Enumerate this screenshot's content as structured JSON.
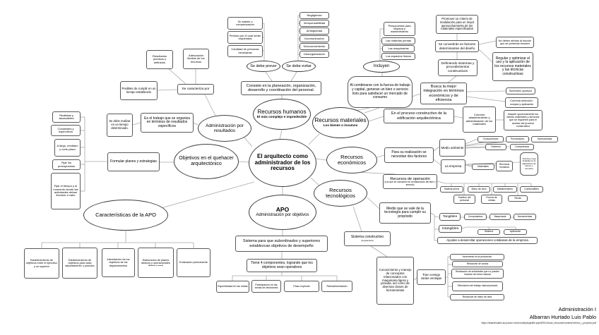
{
  "style": {
    "line_color": "#a9a9a9",
    "box_border": "#595959",
    "ellipse_border": "#3f3f3f",
    "background": "#ffffff"
  },
  "footer": {
    "course": "Administración I",
    "author": "Albarran Hurtado Luis Pablo",
    "url": "https://aulavirtuales.arq.unam.mx/moodle/pluginfile.php/52513/mod_resource/content/1/tema_i_proyecto.pdf"
  },
  "nodes": {
    "main": "El arquitecto como administrador de los recursos",
    "recursos_humanos": "Recursos humanos",
    "recursos_humanos_sub": "El más complejo e impredecible",
    "recursos_materiales": "Recursos materiales",
    "recursos_materiales_sub": "Los bienes o insumos",
    "recursos_economicos": "Recursos económicos",
    "recursos_tecnologicos": "Recursos tecnológicos",
    "apo": "APO",
    "apo_sub": "Administración por objetivos",
    "admin_resultados": "Administración por resultados",
    "objetivos_quehacer": "Objetivos en el quehacer arquitectónico",
    "caracteristicas_apo": "Características de la APO",
    "se_caracteriza": "Se caracteriza por",
    "resultados_precisos": "Resultados precisos y definidos",
    "adecuacion_flexible": "Adecuación flexible de los recursos",
    "posibles_cumplir": "Posibles de cumplir en un tiempo establecido",
    "salario": "Su salario o compensación",
    "periodo": "Periodo por el cual serán requeridas",
    "cantidad": "Cantidad de personas necesarias",
    "se_debe_prever": "Se debe prever",
    "se_debe_evitar": "Se debe evitar",
    "negligencia": "Negligencia",
    "irresponsabilidad": "Irresponsabilidad",
    "ambiguedad": "Ambigüedad",
    "incomunicacion": "Incomunicación",
    "desconocimiento": "Desconocimiento",
    "desorganizacion": "Desorganización",
    "consiste": "Consiste en la planeación, organización, desarrollo y coordinación del personal.",
    "presupuestos_limpieza": "Presupuestos para limpieza y mantenimiento",
    "materias_primas": "Las materias primas",
    "maquinarias": "Las maquinarias",
    "espacios_fisicos": "Los espacios físicos",
    "incluyen": "Incluyen",
    "al_combinarse": "Al combinarse con la fuerza de trabajo y capital, generan un bien o servicio listo para satisfacer un mercado de consumo",
    "promover": "Promover un criterio de modulación para un mejor aprovechamiento de los materiales especificados",
    "se_convertiran": "Se convertirán en factores determinantes del diseño",
    "definiendo": "Definiendo sistemas y procedimientos constructivos",
    "busca": "Busca la mejor integración en términos económicos y de eficiencia",
    "no_deben": "No deben afectar la función que se pretenda resolver",
    "regular": "Regular y optimizar el uso y la aplicación de los recursos materiales y las técnicas constructivas",
    "suministro": "Suministro oportuno",
    "correcta_seleccion": "Correcta selección, compra y aplicación",
    "adquirir": "Adquirir oportunamente los bienes materiales y servicios que se requieren para el avance del proceso constructivo",
    "en_el_proceso": "En el proceso constructivo de la edificación arquitectónica",
    "correcto_abastecimiento": "Correcto abastecimiento y administración de los materiales",
    "para_su_realizacion": "Para su realización se necesitan dos factores",
    "medio_ambiente": "Medio ambiente",
    "la_empresa": "La empresa",
    "consumidores": "Consumidores",
    "proveedores": "Proveedores",
    "inversionistas": "Inversionistas",
    "gobierno": "Gobierno",
    "competencia": "Competencia",
    "materiales_box": "Materiales",
    "recursos_humanos_box": "Recursos humanos",
    "tecnicos": "Técnicos cuya finalidad es la elaboración de bienes o servicios",
    "recursos_operacion": "Recursos de operación",
    "recursos_operacion_sub": "(Los que se consumen en la elaboración del bien o servicio)",
    "materia_prima": "Materia prima",
    "mano_obra": "Mano de obra",
    "mantenimiento": "Mantenimiento",
    "combustibles": "Combustibles",
    "sueldos": "Sueldos del personal",
    "fuerza_ventas": "Fuerza de ventas",
    "renta": "Renta",
    "medio_tecnologia": "Medio que se vale de la tecnología para cumplir su propósito",
    "tangibles": "Tangibles",
    "intangibles": "Intangibles",
    "computadora": "Computadora",
    "maquinaria": "Maquinaria",
    "herramientas": "Herramientas",
    "sistema": "Sistema",
    "aplicacion": "Aplicación",
    "ayudan": "Ayudan a desarrollar operaciones cotidianas de la empresa",
    "sistema_constructivo": "Sistema constructivo",
    "sistema_constructivo_sub": "(Arquitectura)",
    "conocimiento": "Conocimiento y manejo de conceptos relacionados con maquinaria ligera y pesada, así como de diversas clases de herramientas",
    "trae_consigo": "Trae consigo varias ventajas",
    "ventaja_1": "Incremento en la producción",
    "ventaja_2": "Reducción de costos",
    "ventaja_3": "Realización de actividades que no pueden hacerse de forma manual",
    "ventaja_4": "Eliminación del trabajo manual pesado",
    "ventaja_5": "Reducción de mano de obra",
    "sistema_subordinados": "Sistema para que subordinados y superiores establezcan objetivos de desempeño",
    "tiene_4": "Tiene 4 componentes, logrando que los objetivos sean operativos",
    "especificidad": "Especificidad en las metas",
    "participacion": "Participación en las tomas de decisiones",
    "plazo": "Plazo explícito",
    "retroalimentacion": "Retroalimentación",
    "establecimiento_1": "Establecimiento de objetivos entre el ejecutivo y su superior",
    "establecimiento_2": "Establecimiento de objetivos para cada departamento o posición",
    "interrelacion": "Interrelación de los objetivos de los departamentos",
    "elaboracion": "Elaboración de planes tácticos y operacionales",
    "elaboracion_sub": "(Medición y control)",
    "evaluacion": "Evaluación permanente",
    "realistas": "Realistas y alcanzables",
    "consientes": "Consientes y específicos",
    "a_largo": "A largo, mediano y corto plazo",
    "fijar_presupuestos": "Fijar los presupuestos",
    "fijar_tiempo": "Fijar el tiempo y el momento donde las actividades deban llevarse a cabo",
    "se_debe_realizar": "Se debe realizar en un tiempo determinado.",
    "es_el_trabajo": "Es el trabajo que se organiza en términos de resultados específicos",
    "formular": "Formular planes y estrategias"
  }
}
